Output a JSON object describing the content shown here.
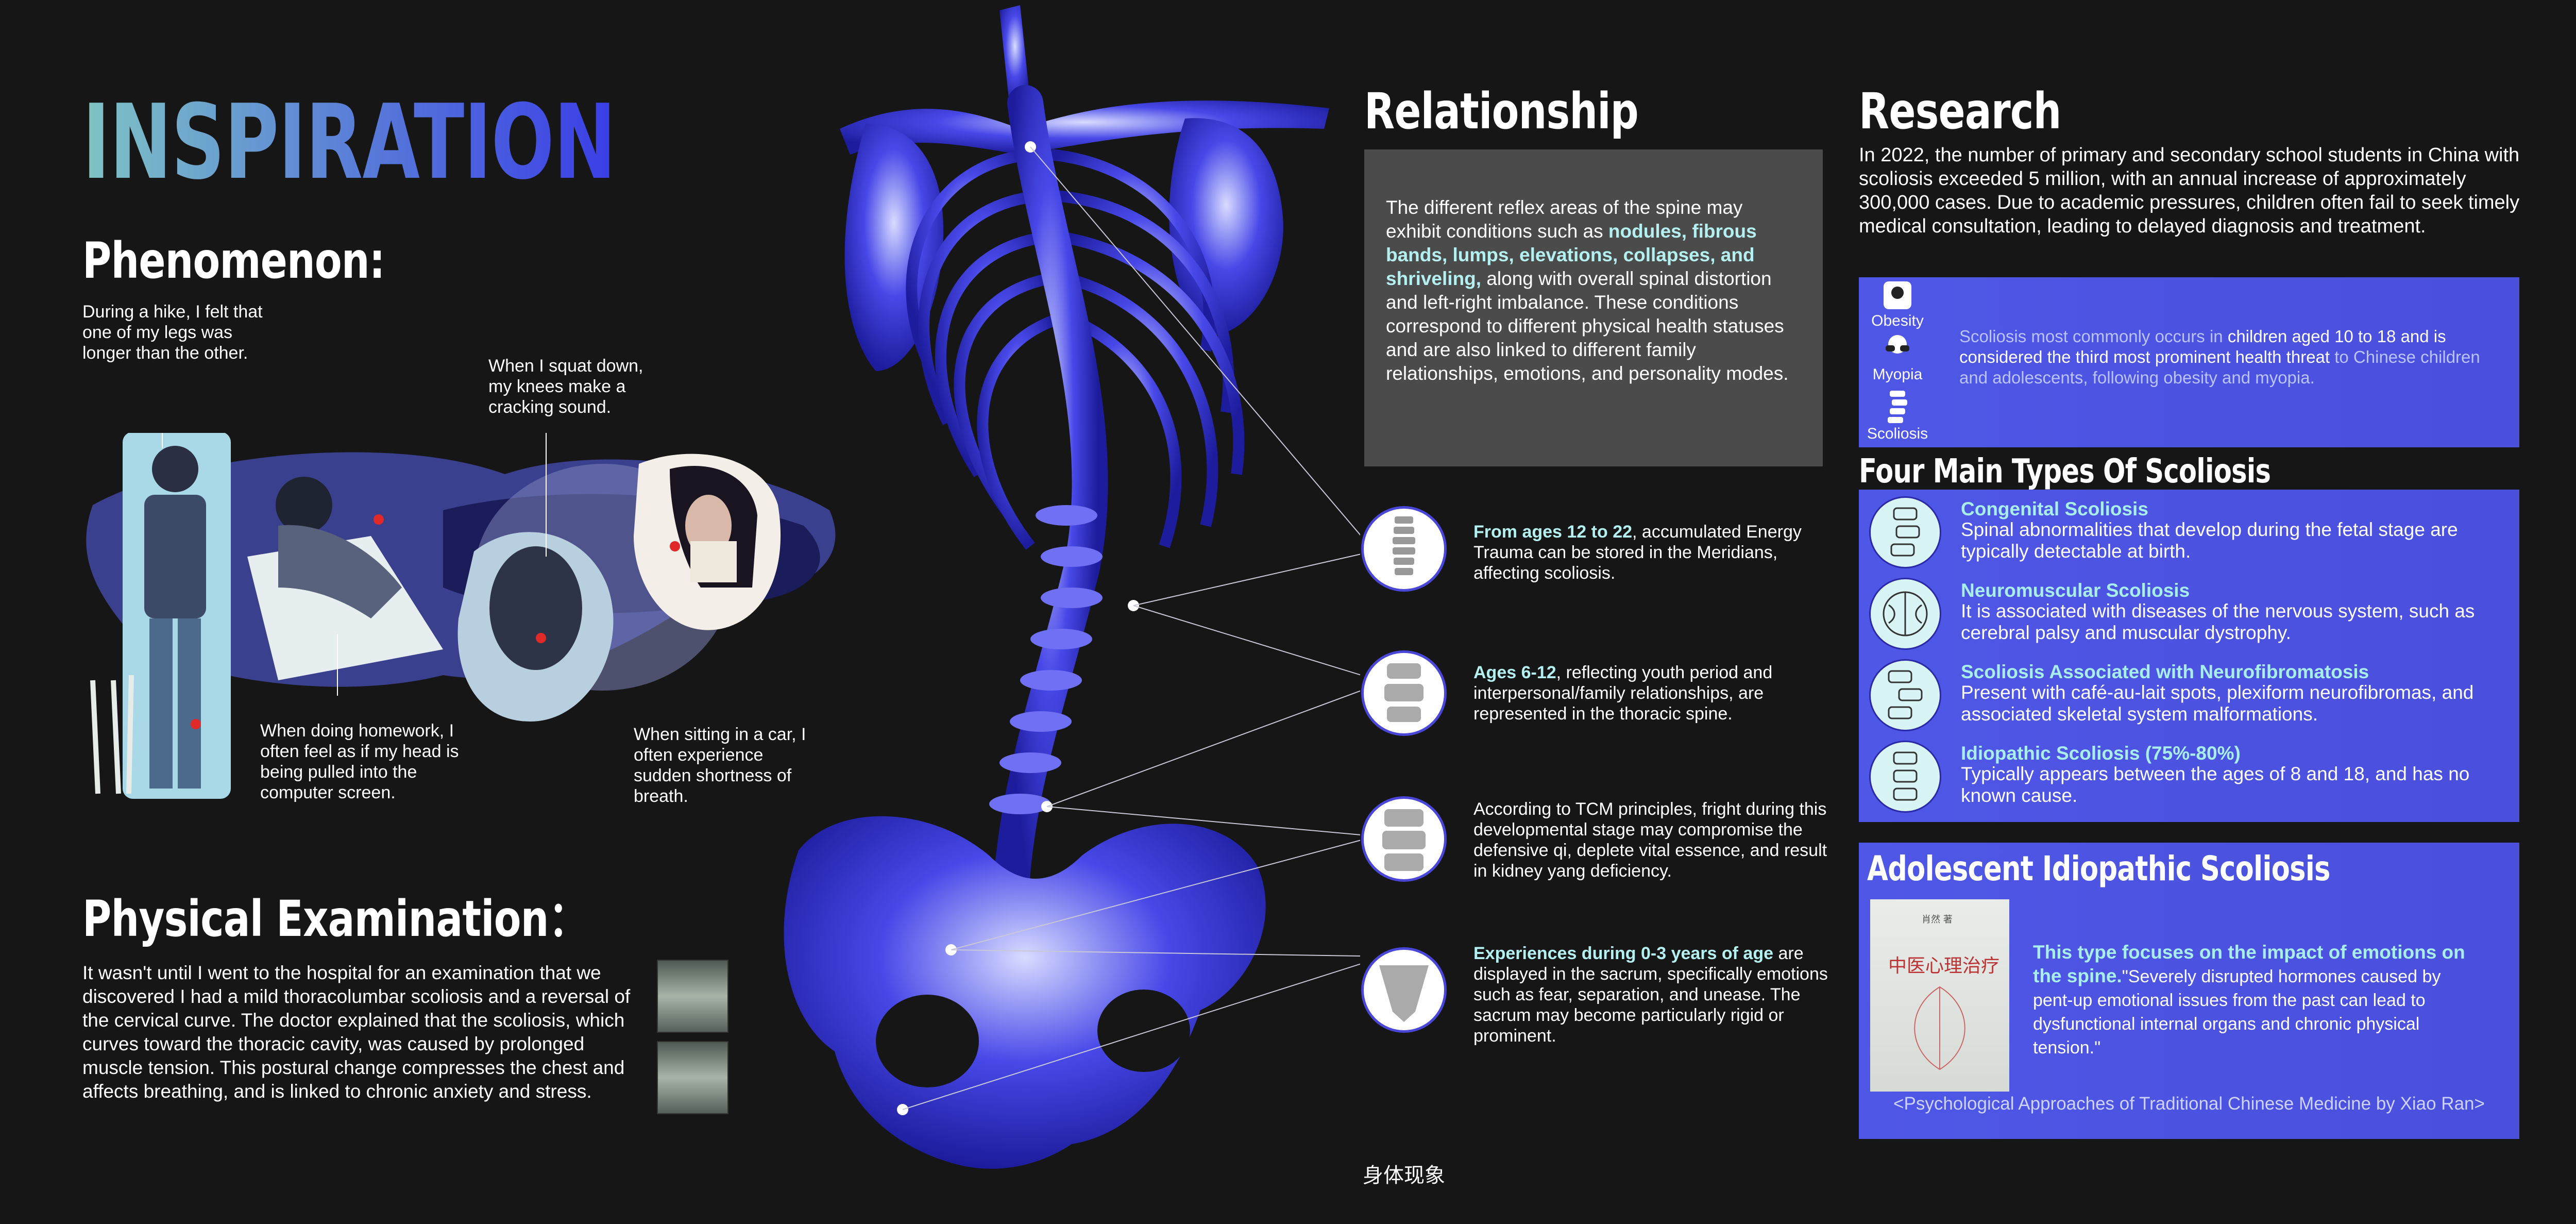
{
  "title": "INSPIRATION",
  "phenomenon": {
    "heading": "Phenomenon:",
    "captions": [
      [
        "During a hike, I felt that",
        "one of my legs was",
        "longer than the other."
      ],
      [
        "When I squat down,",
        "my knees make a",
        "cracking sound."
      ],
      [
        "When doing homework, I",
        "often feel as if my head is",
        "being pulled into the",
        "computer screen."
      ],
      [
        "When sitting in a car, I",
        "often experience",
        "sudden shortness of",
        "breath."
      ]
    ]
  },
  "physical": {
    "heading": "Physical Examination：",
    "text": "It wasn't until I went to the hospital for an examination that we discovered I had a mild thoracolumbar scoliosis and a reversal of the cervical curve. The doctor explained that the scoliosis, which curves toward the thoracic cavity, was caused by prolonged muscle tension. This postural change compresses the chest and affects breathing, and is linked to chronic anxiety and stress."
  },
  "relationship": {
    "heading": "Relationship",
    "text_before": "The different reflex areas of the spine may exhibit conditions such as ",
    "text_highlight": "nodules, fibrous bands, lumps, elevations, collapses, and shriveling,",
    "text_after": " along with overall spinal distortion and left-right imbalance. These conditions correspond to different physical health statuses and are also linked to different family relationships, emotions, and personality modes."
  },
  "stages": [
    {
      "bold": "From ages 12 to 22",
      "text": ", accumulated Energy Trauma can be stored in the Meridians, affecting scoliosis."
    },
    {
      "bold": "Ages 6-12",
      "text": ", reflecting youth period and interpersonal/family relationships, are represented in the thoracic spine."
    },
    {
      "bold": "",
      "text": "According to TCM principles, fright during this developmental stage may compromise the defensive qi, deplete vital essence, and result in kidney yang deficiency."
    },
    {
      "bold": "Experiences during 0-3 years of age",
      "text": " are displayed in the sacrum, specifically emotions such as fear, separation, and unease. The sacrum may become particularly rigid or prominent."
    }
  ],
  "research": {
    "heading": "Research",
    "text": "In 2022, the number of primary and secondary school students in China with scoliosis exceeded 5 million, with an annual increase of approximately 300,000 cases. Due to academic pressures, children often fail to seek timely medical consultation, leading to delayed diagnosis and treatment.",
    "icons": [
      "Obesity",
      "Myopia",
      "Scoliosis"
    ],
    "stat_a": "Scoliosis most commonly occurs in ",
    "stat_b": "children aged 10 to 18 and is considered the third most prominent health threat",
    "stat_c": " to Chinese children and adolescents, following obesity and myopia."
  },
  "four_types": {
    "heading": "Four Main Types Of Scoliosis",
    "items": [
      {
        "name": "Congenital Scoliosis",
        "desc": "Spinal abnormalities that develop during the fetal stage are typically detectable at birth."
      },
      {
        "name": "Neuromuscular Scoliosis",
        "desc": "It is associated with diseases of the nervous system, such as cerebral palsy and muscular dystrophy."
      },
      {
        "name": "Scoliosis Associated with Neurofibromatosis",
        "desc": "Present with café-au-lait spots, plexiform neurofibromas, and associated skeletal system malformations."
      },
      {
        "name": "Idiopathic Scoliosis (75%-80%)",
        "desc": "Typically appears between the ages of 8 and 18, and has no known cause."
      }
    ]
  },
  "ais": {
    "heading": "Adolescent Idiopathic Scoliosis",
    "book_title": "中医心理治疗",
    "book_author": "肖然 著",
    "focus": "This type focuses on the impact of emotions on the spine.",
    "quote": "\"Severely disrupted hormones caused by pent-up emotional issues from the past can lead to dysfunctional internal organs and chronic physical tension.\"",
    "source": "<Psychological Approaches of Traditional Chinese Medicine by Xiao Ran>"
  },
  "footer": "身体现象",
  "colors": {
    "accent_blue": "#4a4fdc",
    "highlight": "#b3f0ef",
    "background": "#161616"
  }
}
